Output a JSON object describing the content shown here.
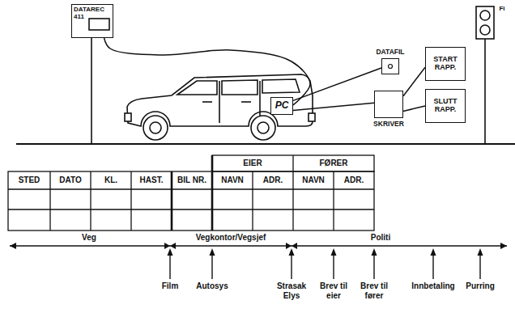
{
  "diagram": {
    "nodes": [
      {
        "text": [
          "DATAREC 411"
        ]
      },
      {
        "text": [
          "PC"
        ]
      },
      {
        "text": [
          "DATAFIL"
        ]
      },
      {
        "text": [
          "SKRIVER"
        ]
      },
      {
        "text": [
          "START RAPP."
        ]
      },
      {
        "text": [
          "SLUTT RAPP."
        ]
      }
    ],
    "edges": [
      {
        "from": 0,
        "to": 1,
        "arrow": "none"
      },
      {
        "from": 1,
        "to": 2,
        "arrow": "none"
      },
      {
        "from": 1,
        "to": 3,
        "arrow": "none"
      },
      {
        "from": 3,
        "to": 4,
        "arrow": "none"
      },
      {
        "from": 3,
        "to": 5,
        "arrow": "none"
      }
    ],
    "labels": [
      "Fi",
      "EIER",
      "FØRER",
      "STED",
      "DATO",
      "KL.",
      "HAST.",
      "BIL NR.",
      "NAVN",
      "ADR.",
      "NAVN",
      "ADR.",
      "Veg",
      "Vegkontor/Vegsjef",
      "Politi",
      "Film",
      "Autosys",
      "Strasak Elys",
      "Brev til eier",
      "Brev til fører",
      "Innbetaling",
      "Purring"
    ]
  }
}
